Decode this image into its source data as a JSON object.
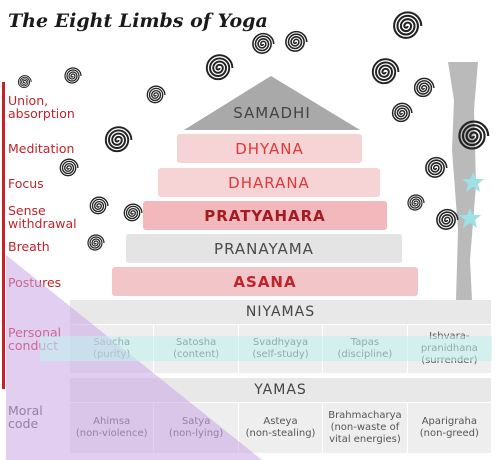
{
  "title": "The Eight Limbs of Yoga",
  "labels": {
    "union": "Union,\nabsorption",
    "meditation": "Meditation",
    "focus": "Focus",
    "sense": "Sense\nwithdrawal",
    "breath": "Breath",
    "postures": "Postures",
    "personal": "Personal\nconduct",
    "moral": "Moral\ncode"
  },
  "limbs": {
    "samadhi": "SAMADHI",
    "dhyana": "DHYANA",
    "dharana": "DHARANA",
    "pratyahara": "PRATYAHARA",
    "pranayama": "PRANAYAMA",
    "asana": "ASANA",
    "niyamas": "NIYAMAS",
    "yamas": "YAMAS"
  },
  "niyamas": [
    {
      "name": "Saucha",
      "meaning": "(purity)"
    },
    {
      "name": "Satosha",
      "meaning": "(content)"
    },
    {
      "name": "Svadhyaya",
      "meaning": "(self-study)"
    },
    {
      "name": "Tapas",
      "meaning": "(discipline)"
    },
    {
      "name": "Ishvara-\npranidhana",
      "meaning": "(surrender)"
    }
  ],
  "yamas": [
    {
      "name": "Ahimsa",
      "meaning": "(non-violence)"
    },
    {
      "name": "Satya",
      "meaning": "(non-lying)"
    },
    {
      "name": "Asteya",
      "meaning": "(non-stealing)"
    },
    {
      "name": "Brahmacharya",
      "meaning": "(non-waste of\nvital energies)"
    },
    {
      "name": "Aparigraha",
      "meaning": "(non-greed)"
    }
  ],
  "colors": {
    "accent_red": "#c5222b",
    "pink_light": "#f6d3d4",
    "pink_dark": "#f2b8bb",
    "grey": "#e4e4e4",
    "purple_overlay": "#c8a6e6",
    "cyan_overlay": "#bff3ee"
  }
}
